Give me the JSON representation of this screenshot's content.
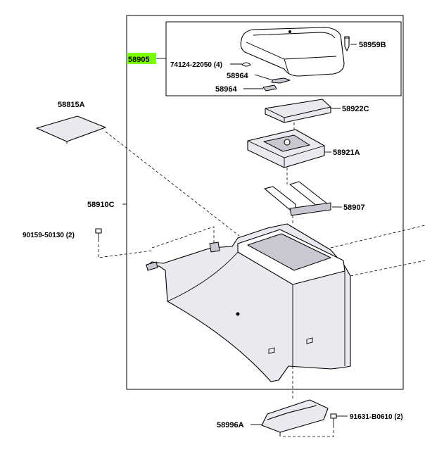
{
  "diagram": {
    "highlight_color": "#7CFC00",
    "highlighted_part": "58905",
    "labels": {
      "p58905": "58905",
      "p74124": "74124-22050 (4)",
      "p58964a": "58964",
      "p58964b": "58964",
      "p58959B": "58959B",
      "p58815A": "58815A",
      "p58922C": "58922C",
      "p58921A": "58921A",
      "p58910C": "58910C",
      "p58907": "58907",
      "p90159": "90159-50130 (2)",
      "p58996A": "58996A",
      "p91631": "91631-B0610 (2)"
    },
    "parts": {
      "armrest_lid": "armrest-lid",
      "lid_screw": "screw",
      "lid_hinge_a": "hinge",
      "lid_hinge_b": "hinge",
      "side_pad": "side-pad",
      "inner_tray_lid": "inner-tray-lid",
      "inner_tray": "inner-tray",
      "latch": "latch",
      "console_box": "console-box",
      "bracket": "bracket",
      "bolt_left": "bolt",
      "bolt_right": "bolt"
    }
  }
}
